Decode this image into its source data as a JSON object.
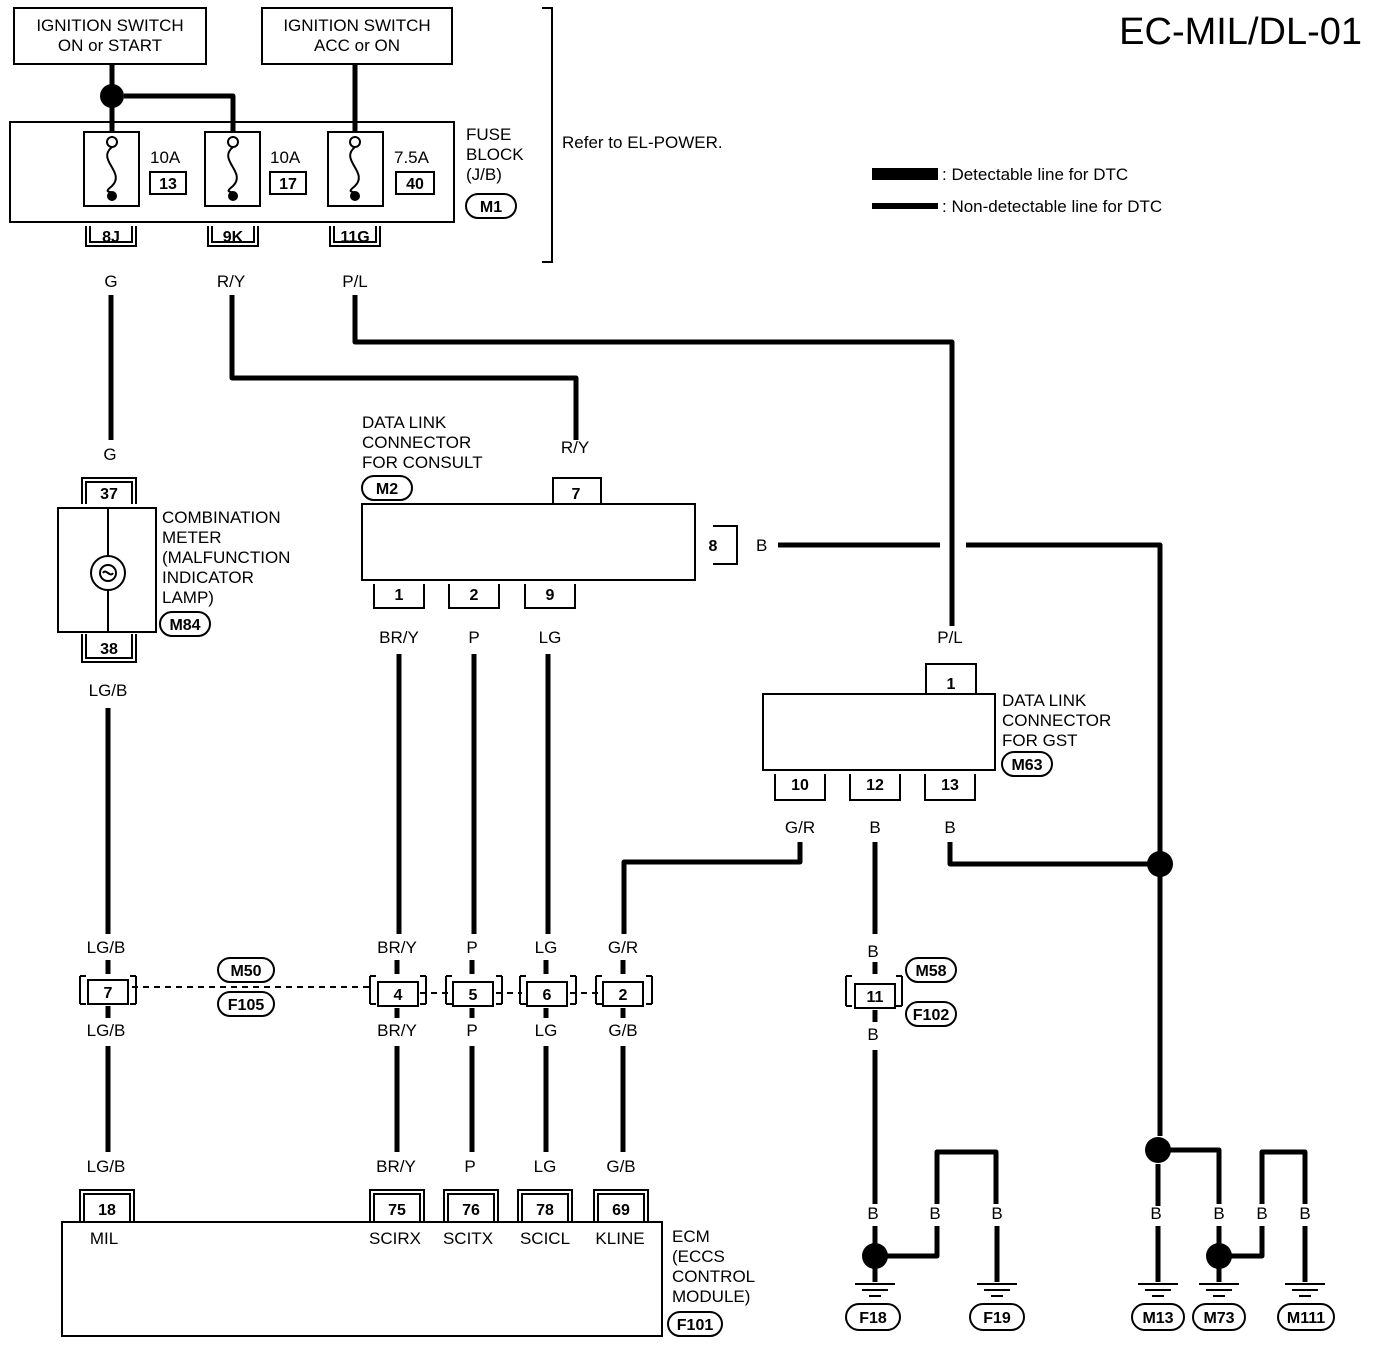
{
  "title": "EC-MIL/DL-01",
  "supplies": {
    "ign_on_start": [
      "IGNITION SWITCH",
      "ON or START"
    ],
    "ign_acc_on": [
      "IGNITION SWITCH",
      "ACC or ON"
    ]
  },
  "fuse_block": {
    "label": [
      "FUSE",
      "BLOCK",
      "(J/B)"
    ],
    "connector": "M1",
    "refer": "Refer to EL-POWER.",
    "fuses": [
      {
        "amp": "10A",
        "num": "13",
        "terminal": "8J",
        "wire": "G"
      },
      {
        "amp": "10A",
        "num": "17",
        "terminal": "9K",
        "wire": "R/Y"
      },
      {
        "amp": "7.5A",
        "num": "40",
        "terminal": "11G",
        "wire": "P/L"
      }
    ]
  },
  "legend": {
    "detectable": ": Detectable line for DTC",
    "non_detectable": ": Non-detectable line for DTC"
  },
  "combination_meter": {
    "label": [
      "COMBINATION",
      "METER",
      "(MALFUNCTION",
      "INDICATOR",
      "LAMP)"
    ],
    "connector": "M84",
    "pin_in": "37",
    "pin_out": "38",
    "wire_in": "G",
    "wire_out": "LG/B"
  },
  "dlc_consult": {
    "label": [
      "DATA LINK",
      "CONNECTOR",
      "FOR CONSULT"
    ],
    "connector": "M2",
    "pin_top": "7",
    "wire_top": "R/Y",
    "pin_right": "8",
    "wire_right": "B",
    "bottom_pins": [
      {
        "pin": "1",
        "wire": "BR/Y"
      },
      {
        "pin": "2",
        "wire": "P"
      },
      {
        "pin": "9",
        "wire": "LG"
      }
    ]
  },
  "dlc_gst": {
    "label": [
      "DATA LINK",
      "CONNECTOR",
      "FOR GST"
    ],
    "connector": "M63",
    "pin_top": "1",
    "wire_top": "P/L",
    "bottom_pins": [
      {
        "pin": "10",
        "wire": "G/R"
      },
      {
        "pin": "12",
        "wire": "B"
      },
      {
        "pin": "13",
        "wire": "B"
      }
    ]
  },
  "joint_m50": {
    "conn_a": "M50",
    "conn_b": "F105",
    "pins": [
      {
        "pin": "7",
        "above": "LG/B",
        "below": "LG/B"
      },
      {
        "pin": "4",
        "above": "BR/Y",
        "below": "BR/Y"
      },
      {
        "pin": "5",
        "above": "P",
        "below": "P"
      },
      {
        "pin": "6",
        "above": "LG",
        "below": "LG"
      },
      {
        "pin": "2",
        "above": "G/R",
        "below": "G/B"
      }
    ]
  },
  "joint_m58": {
    "conn_a": "M58",
    "conn_b": "F102",
    "pin": "11",
    "above": "B",
    "below": "B"
  },
  "ecm": {
    "label": [
      "ECM",
      "(ECCS",
      "CONTROL",
      "MODULE)"
    ],
    "connector": "F101",
    "pins": [
      {
        "pin": "18",
        "wire": "LG/B",
        "signal": "MIL"
      },
      {
        "pin": "75",
        "wire": "BR/Y",
        "signal": "SCIRX"
      },
      {
        "pin": "76",
        "wire": "P",
        "signal": "SCITX"
      },
      {
        "pin": "78",
        "wire": "LG",
        "signal": "SCICL"
      },
      {
        "pin": "69",
        "wire": "G/B",
        "signal": "KLINE"
      }
    ]
  },
  "grounds": {
    "wire": "B",
    "names": [
      "F18",
      "F19",
      "M13",
      "M73",
      "M111"
    ]
  }
}
